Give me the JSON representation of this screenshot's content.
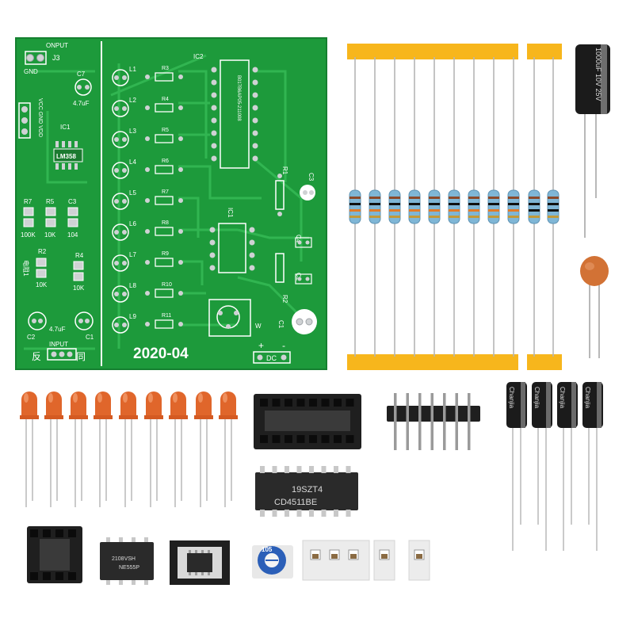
{
  "board": {
    "date_code": "2020-04",
    "header_top": "ONPUT",
    "header_j": "J3",
    "header_gnd": "GND",
    "cap_c7": "C7",
    "cap_c7_value": "4.7uF",
    "pins_label": "VCC GND VDD",
    "ic1_label": "IC1",
    "ic1_chip": "LM358",
    "r7": "R7",
    "r5": "R5",
    "c3_left": "C3",
    "r7_value": "100K",
    "r5_value": "10K",
    "c3_value": "104",
    "r2": "R2",
    "r4": "R4",
    "r2_value": "10K",
    "r4_value": "10K",
    "side_text": "电阻1",
    "c2": "C2",
    "c1": "C1",
    "c_value_bottom": "4.7uF",
    "input_label": "INPUT",
    "reverse_label": "反",
    "same_label": "同",
    "led_labels": [
      "L1",
      "L2",
      "L3",
      "L4",
      "L5",
      "L6",
      "L7",
      "L8",
      "L9"
    ],
    "res_labels": [
      "R3",
      "R4",
      "R5",
      "R6",
      "R7",
      "R8",
      "R9",
      "R10",
      "R11"
    ],
    "ic2_label": "IC2",
    "ic2_text": "B017B6AP05-211008",
    "ic1_right_label": "IC1",
    "r1": "R1",
    "c3_right": "C3",
    "c4": "C4",
    "c2_right": "C2",
    "r2_right": "R2",
    "c1_right": "C1",
    "pot_w": "W",
    "dc_label": "DC",
    "plus": "+",
    "minus": "-"
  },
  "parts": {
    "capacitor_big_text": "1000uF 10V 25V",
    "capacitor_small_brand": "Chanjia",
    "ic_large_line1": "19SZT4",
    "ic_large_line2": "CD4511BE",
    "ic_small_line1": "2108VSH",
    "ic_small_line2": "NE555P",
    "pot_text": "105"
  },
  "colors": {
    "pcb": "#1d9a3b",
    "trace": "#2cb24d",
    "silkscreen": "#ffffff",
    "pad": "#cfd2d4",
    "led": "#e0662b",
    "tape": "#f7b61c",
    "resistor_body": "#7fb6d6",
    "ceramic_cap": "#d27235",
    "cap_body": "#1b1b1b"
  }
}
